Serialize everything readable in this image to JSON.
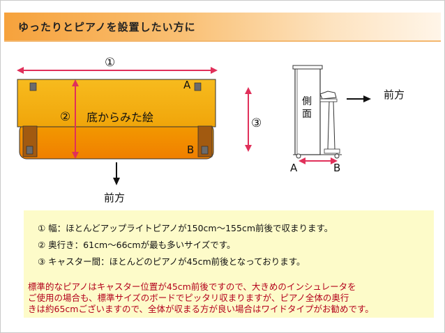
{
  "header": {
    "title": "ゆったりとピアノを設置したい方に"
  },
  "diagram": {
    "top_view": {
      "width_marker": "①",
      "depth_marker": "②",
      "caster_marker": "③",
      "label": "底からみた絵",
      "point_a": "A",
      "point_b": "B",
      "front_label": "前方"
    },
    "side_view": {
      "label_line1": "側",
      "label_line2": "面",
      "point_a": "A",
      "point_b": "B",
      "front_label": "前方"
    }
  },
  "notes": {
    "lines": [
      "① 幅：ほとんどアップライトピアノが150cm～155cm前後で収まります。",
      "② 奥行き：61cm～66cmが最も多いサイズです。",
      "③ キャスター間：ほとんどのピアノが45cm前後となっております。"
    ],
    "remark": [
      "標準的なピアノはキャスター位置が45cm前後ですので、大きめのインシュレータを",
      "ご使用の場合も、標準サイズのボードでピッタリ収まりますが、ピアノ全体の奥行",
      "きは約65cmございますので、全体が収まる方が良い場合はワイドタイプがお勧めです。"
    ]
  },
  "colors": {
    "piano_top": "#f2ad10",
    "piano_bottom": "#ef8f00",
    "arrow": "#e0305a",
    "header": "#f6a23c",
    "note_bg": "#fdfbc9",
    "remark_text": "#b3001b"
  }
}
